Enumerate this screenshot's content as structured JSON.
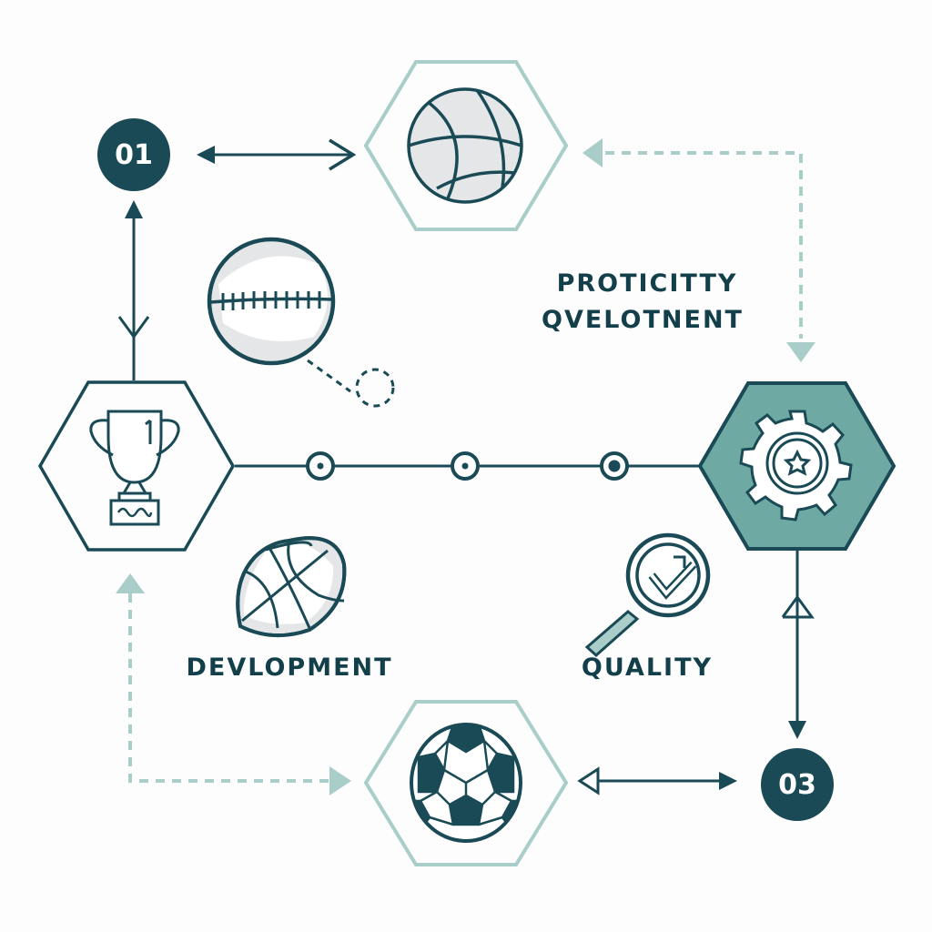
{
  "colors": {
    "dark": "#1a4a55",
    "teal_fill": "#6fa9a4",
    "light_teal": "#a9cdc9",
    "ball_gray": "#e4e6e8",
    "background": "#fdfdfd"
  },
  "badges": [
    {
      "id": "01",
      "label": "01"
    },
    {
      "id": "03",
      "label": "03"
    }
  ],
  "labels": {
    "top_right_line1": "PROTICITTY",
    "top_right_line2": "QVELOTNENT",
    "development": "DEVLOPMENT",
    "quality": "QUALITY"
  },
  "nodes": [
    {
      "name": "basketball-hexagon",
      "icon": "basketball-icon",
      "style": "light-outline"
    },
    {
      "name": "trophy-hexagon",
      "icon": "trophy-icon",
      "style": "dark-outline",
      "trophy_number": "1"
    },
    {
      "name": "gear-hexagon",
      "icon": "gear-icon",
      "style": "teal-filled"
    },
    {
      "name": "soccer-hexagon",
      "icon": "soccer-ball-icon",
      "style": "light-outline"
    }
  ],
  "floating_icons": [
    {
      "name": "baseball-icon"
    },
    {
      "name": "rugby-ball-icon"
    },
    {
      "name": "magnifier-check-icon"
    }
  ],
  "connectors": [
    {
      "from": "badge-01",
      "to": "basketball-hexagon",
      "type": "solid-double-arrow"
    },
    {
      "from": "badge-01",
      "to": "trophy-hexagon",
      "type": "solid-double-arrow"
    },
    {
      "from": "basketball-hexagon",
      "to": "gear-hexagon",
      "type": "dashed-arrow"
    },
    {
      "from": "trophy-hexagon",
      "to": "gear-hexagon",
      "type": "solid-line-with-3-nodes"
    },
    {
      "from": "gear-hexagon",
      "to": "badge-03",
      "type": "solid-double-arrow"
    },
    {
      "from": "soccer-hexagon",
      "to": "badge-03",
      "type": "solid-double-arrow"
    },
    {
      "from": "trophy-hexagon",
      "to": "soccer-hexagon",
      "type": "dashed-double-arrow"
    }
  ]
}
